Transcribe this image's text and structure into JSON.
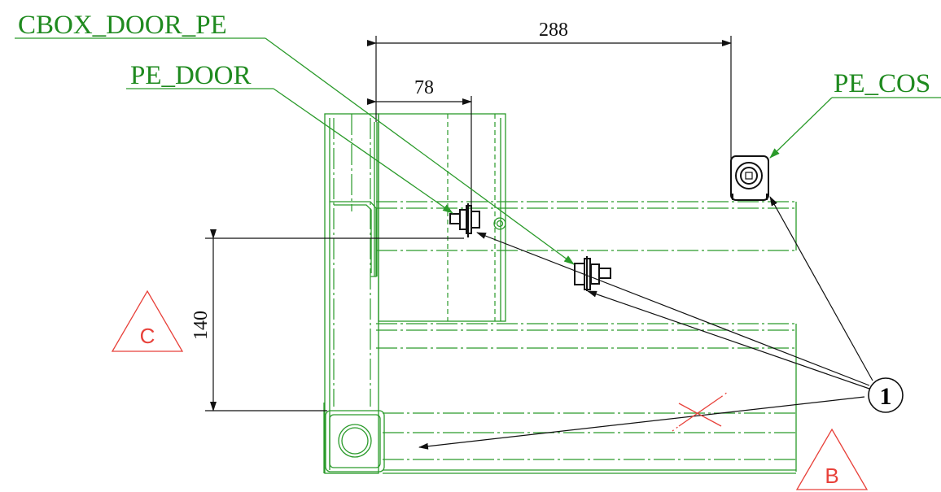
{
  "labels": {
    "cbox_door_pe": "CBOX_DOOR_PE",
    "pe_door": "PE_DOOR",
    "pe_cos": "PE_COS"
  },
  "dimensions": {
    "width_288": "288",
    "width_78": "78",
    "height_140": "140"
  },
  "markers": {
    "view_c": "C",
    "view_b": "B",
    "item_1": "1"
  },
  "colors": {
    "label_green": "#1f8a1f",
    "geometry_green": "#2a9a2a",
    "marker_red": "#e8413a",
    "dimension_black": "#111111"
  }
}
